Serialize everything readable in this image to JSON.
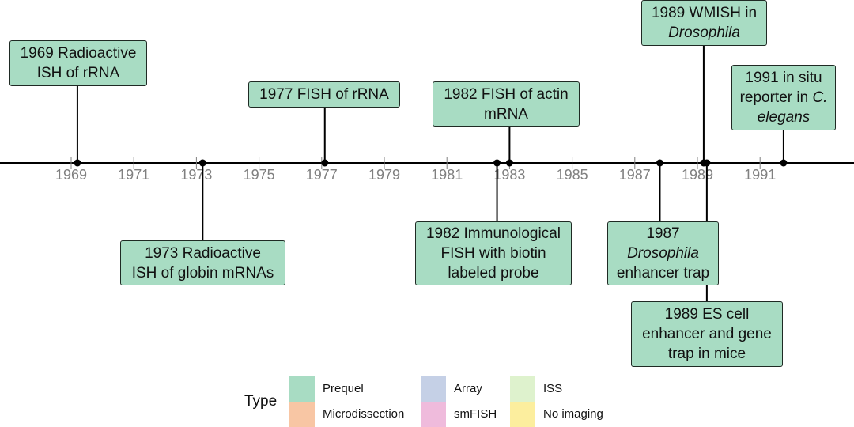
{
  "palette": {
    "box_fill": "#a8dcc3",
    "axis": "#000000",
    "tick_label": "#808080"
  },
  "axis": {
    "ticks": [
      "1969",
      "1971",
      "1973",
      "1975",
      "1977",
      "1979",
      "1981",
      "1983",
      "1985",
      "1987",
      "1989",
      "1991"
    ]
  },
  "events": [
    {
      "id": "e1969",
      "year": 1969.2,
      "side": "above",
      "lines": [
        [
          {
            "t": "1969 Radioactive"
          }
        ],
        [
          {
            "t": "ISH of rRNA"
          }
        ]
      ]
    },
    {
      "id": "e1973",
      "year": 1973.2,
      "side": "below",
      "lines": [
        [
          {
            "t": "1973 Radioactive"
          }
        ],
        [
          {
            "t": "ISH of globin mRNAs"
          }
        ]
      ]
    },
    {
      "id": "e1977",
      "year": 1977.1,
      "side": "above",
      "lines": [
        [
          {
            "t": "1977 FISH of rRNA"
          }
        ]
      ]
    },
    {
      "id": "e1982a",
      "year": 1983.0,
      "side": "above",
      "lines": [
        [
          {
            "t": "1982 FISH of actin"
          }
        ],
        [
          {
            "t": "mRNA"
          }
        ]
      ]
    },
    {
      "id": "e1982b",
      "year": 1982.6,
      "side": "below",
      "lines": [
        [
          {
            "t": "1982 Immunological"
          }
        ],
        [
          {
            "t": "FISH with biotin"
          }
        ],
        [
          {
            "t": "labeled probe"
          }
        ]
      ]
    },
    {
      "id": "e1987",
      "year": 1987.8,
      "side": "below",
      "lines": [
        [
          {
            "t": "1987"
          }
        ],
        [
          {
            "t": "Drosophila",
            "i": true
          }
        ],
        [
          {
            "t": "enhancer trap"
          }
        ]
      ]
    },
    {
      "id": "e1989a",
      "year": 1989.2,
      "side": "above",
      "lines": [
        [
          {
            "t": "1989 WMISH in"
          }
        ],
        [
          {
            "t": "Drosophila",
            "i": true
          }
        ]
      ]
    },
    {
      "id": "e1989b",
      "year": 1989.3,
      "side": "below",
      "lines": [
        [
          {
            "t": "1989 ES cell"
          }
        ],
        [
          {
            "t": "enhancer and gene"
          }
        ],
        [
          {
            "t": "trap in mice"
          }
        ]
      ]
    },
    {
      "id": "e1991",
      "year": 1991.75,
      "side": "above",
      "lines": [
        [
          {
            "t": "1991 in situ"
          }
        ],
        [
          {
            "t": "reporter in "
          },
          {
            "t": "C.",
            "i": true
          }
        ],
        [
          {
            "t": "elegans",
            "i": true
          }
        ]
      ]
    }
  ],
  "legend": {
    "title": "Type",
    "items": [
      {
        "label": "Prequel",
        "color": "#a8dcc3"
      },
      {
        "label": "Microdissection",
        "color": "#f8c6a4"
      },
      {
        "label": "Array",
        "color": "#c5d0e6"
      },
      {
        "label": "smFISH",
        "color": "#efbbdc"
      },
      {
        "label": "ISS",
        "color": "#def2cd"
      },
      {
        "label": "No imaging",
        "color": "#fcee9e"
      }
    ]
  }
}
